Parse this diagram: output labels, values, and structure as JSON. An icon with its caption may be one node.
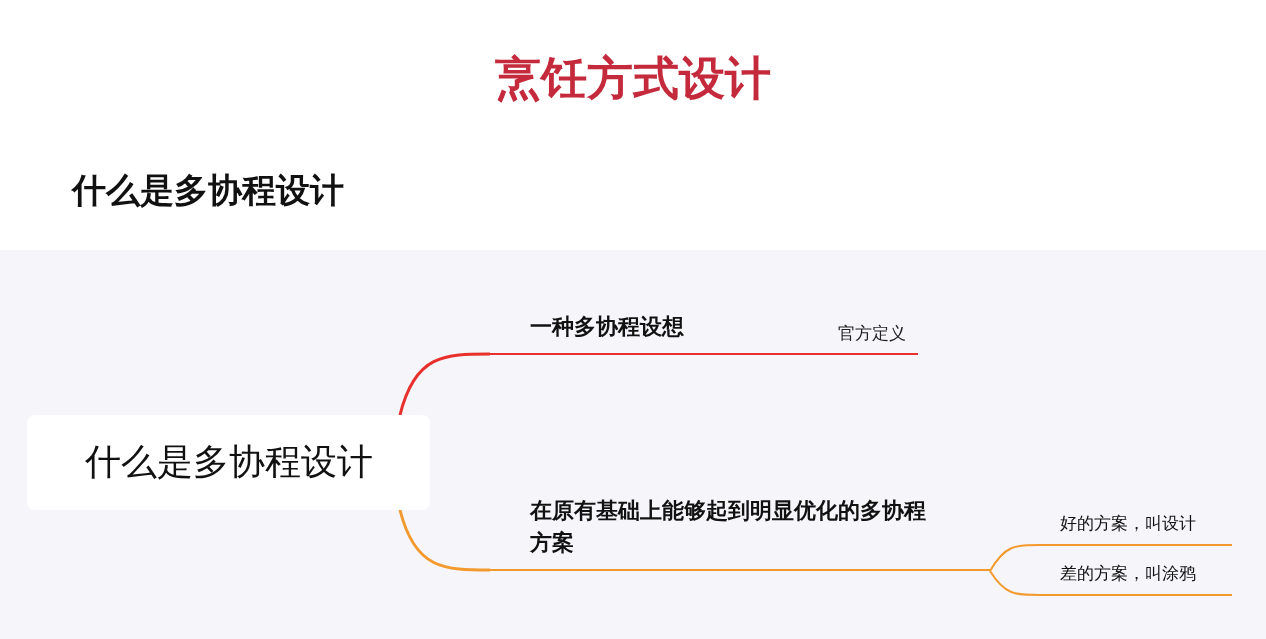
{
  "diagram": {
    "title": "烹饪方式设计",
    "nodes": [
      {
        "text": [
          "什么是多协程设计"
        ]
      },
      {
        "text": [
          "一种多协程设想",
          "官方定义"
        ]
      },
      {
        "text": [
          "在原有基础上能够起到明显优化的多协程方案"
        ]
      },
      {
        "text": [
          "好的方案，叫设计"
        ]
      },
      {
        "text": [
          "差的方案，叫涂鸦"
        ]
      }
    ],
    "edges": [
      {
        "from": 0,
        "to": 1,
        "arrow": "none",
        "color": "#e8302c"
      },
      {
        "from": 0,
        "to": 2,
        "arrow": "none"
      },
      {
        "from": 2,
        "to": 3,
        "arrow": "none"
      },
      {
        "from": 2,
        "to": 4,
        "arrow": "none"
      }
    ],
    "labels": [
      "什么是多协程设计"
    ]
  }
}
